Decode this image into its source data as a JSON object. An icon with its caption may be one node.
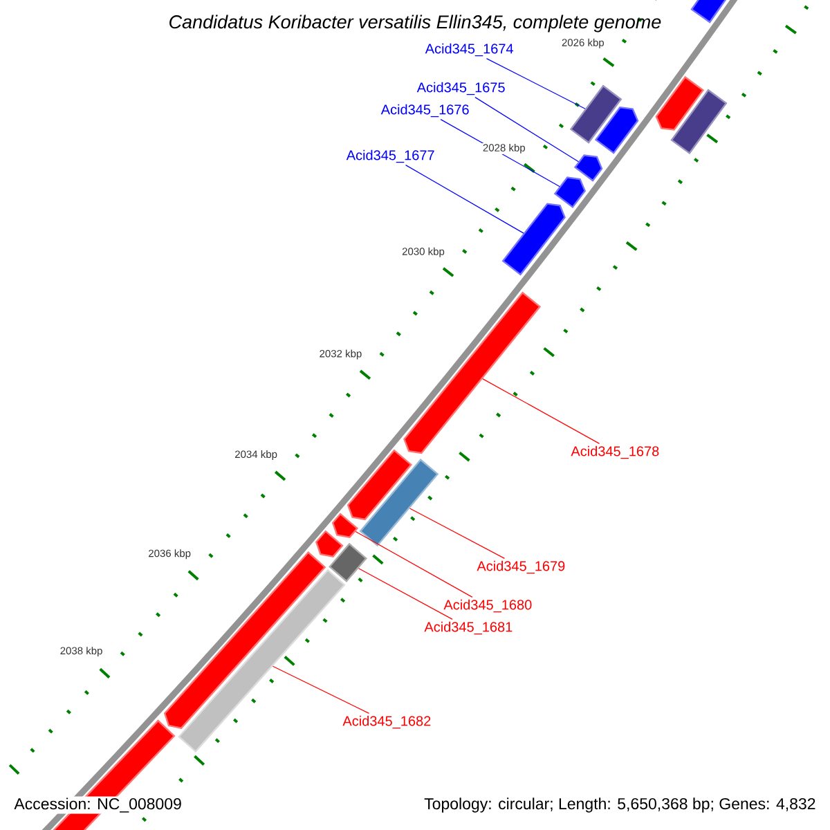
{
  "diagram": {
    "title": "*Candidatus Koribacter versatilis Ellin345, complete genome*",
    "nodes": [
      {
        "text": [
          "Acid345_1674"
        ]
      },
      {
        "text": [
          "Acid345_1675"
        ]
      },
      {
        "text": [
          "Acid345_1676"
        ]
      },
      {
        "text": [
          "Acid345_1677"
        ]
      },
      {
        "text": [
          "Acid345_1678"
        ]
      },
      {
        "text": [
          "Acid345_1679"
        ]
      },
      {
        "text": [
          "Acid345_1680"
        ]
      },
      {
        "text": [
          "Acid345_1681"
        ]
      },
      {
        "text": [
          "Acid345_1682"
        ]
      },
      {
        "text": [],
        "shape": "pentagon"
      },
      {
        "text": [],
        "shape": "pentagon"
      },
      {
        "text": [],
        "shape": "bar"
      },
      {
        "text": [],
        "shape": "bar"
      },
      {
        "text": [],
        "shape": "pentagon"
      },
      {
        "text": [],
        "shape": "pentagon"
      },
      {
        "text": [],
        "shape": "pentagon"
      },
      {
        "text": [],
        "shape": "pentagon"
      },
      {
        "text": [],
        "shape": "pentagon"
      },
      {
        "text": [],
        "shape": "bar"
      },
      {
        "text": [],
        "shape": "pentagon"
      },
      {
        "text": [],
        "shape": "pentagon"
      },
      {
        "text": [],
        "shape": "bar"
      },
      {
        "text": [],
        "shape": "pentagon"
      },
      {
        "text": [],
        "shape": "pentagon"
      },
      {
        "text": [],
        "shape": "bar"
      },
      {
        "text": [],
        "shape": "bar"
      }
    ],
    "edges": [
      {
        "from": 0,
        "to": 12,
        "arrow": "none",
        "color": "#0000ff"
      },
      {
        "from": 1,
        "to": 14,
        "arrow": "none",
        "color": "#0000ff"
      },
      {
        "from": 2,
        "to": 15,
        "arrow": "none",
        "color": "#0000ff"
      },
      {
        "from": 3,
        "to": 16,
        "arrow": "none",
        "color": "#0000ff"
      },
      {
        "from": 4,
        "to": 17,
        "arrow": "none"
      },
      {
        "from": 5,
        "to": 18,
        "arrow": "none"
      },
      {
        "from": 6,
        "to": 20,
        "arrow": "none"
      },
      {
        "from": 7,
        "to": 21,
        "arrow": "none"
      },
      {
        "from": 8,
        "to": 24,
        "arrow": "none"
      }
    ],
    "labels": [
      "2026 kbp",
      "2028 kbp",
      "2030 kbp",
      "2032 kbp",
      "2034 kbp",
      "2036 kbp",
      "2038 kbp",
      "Accession: NC_008009",
      "Topology: circular; Length: 5,650,368 bp; Genes: 4,832"
    ]
  }
}
